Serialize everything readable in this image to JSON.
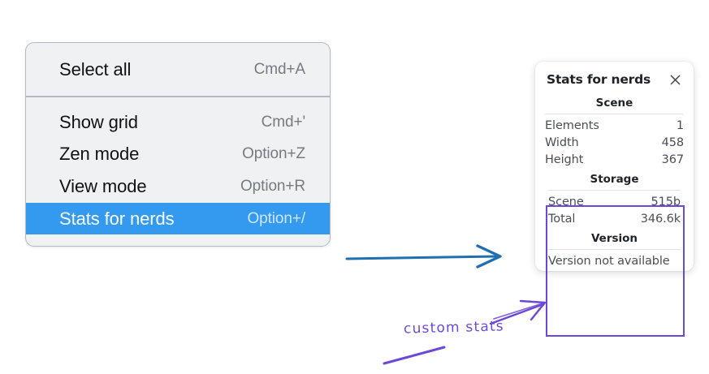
{
  "context_menu": {
    "sections": [
      {
        "items": [
          {
            "label": "Select all",
            "shortcut": "Cmd+A",
            "selected": false
          }
        ]
      },
      {
        "items": [
          {
            "label": "Show grid",
            "shortcut": "Cmd+'",
            "selected": false
          },
          {
            "label": "Zen mode",
            "shortcut": "Option+Z",
            "selected": false
          },
          {
            "label": "View mode",
            "shortcut": "Option+R",
            "selected": false
          },
          {
            "label": "Stats for nerds",
            "shortcut": "Option+/",
            "selected": true
          }
        ]
      }
    ],
    "highlight_color": "#339af0"
  },
  "stats_panel": {
    "title": "Stats for nerds",
    "close_icon": "close-icon",
    "groups": [
      {
        "heading": "Scene",
        "rows": [
          {
            "label": "Elements",
            "value": "1"
          },
          {
            "label": "Width",
            "value": "458"
          },
          {
            "label": "Height",
            "value": "367"
          }
        ]
      },
      {
        "heading": "Storage",
        "rows": [
          {
            "label": "Scene",
            "value": "515b"
          },
          {
            "label": "Total",
            "value": "346.6k"
          }
        ]
      },
      {
        "heading": "Version",
        "note": "Version not available"
      }
    ]
  },
  "annotations": {
    "highlight_box_color": "#6c48d6",
    "callout_text": "custom stats",
    "blue_arrow_color": "#1f6fb2",
    "purple_arrow_color": "#6c48d6"
  }
}
